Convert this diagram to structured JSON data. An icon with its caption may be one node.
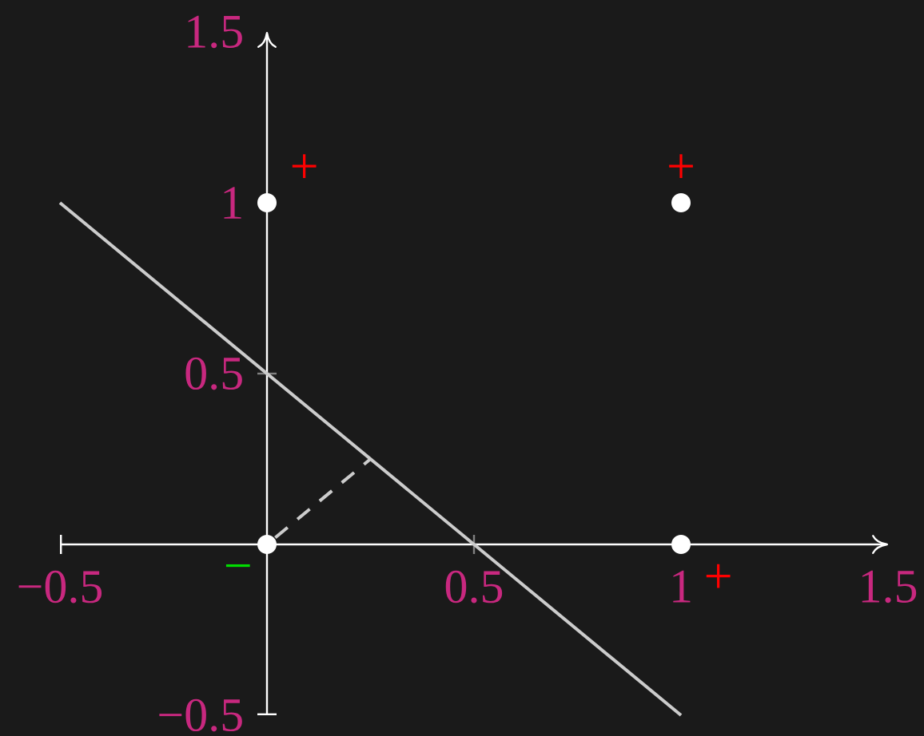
{
  "diagram": {
    "labels": [
      "1.5",
      "+",
      "+",
      "1",
      "0.5",
      "−",
      "−0.5",
      "0.5",
      "1",
      "+",
      "1.5",
      "−0.5"
    ]
  }
}
